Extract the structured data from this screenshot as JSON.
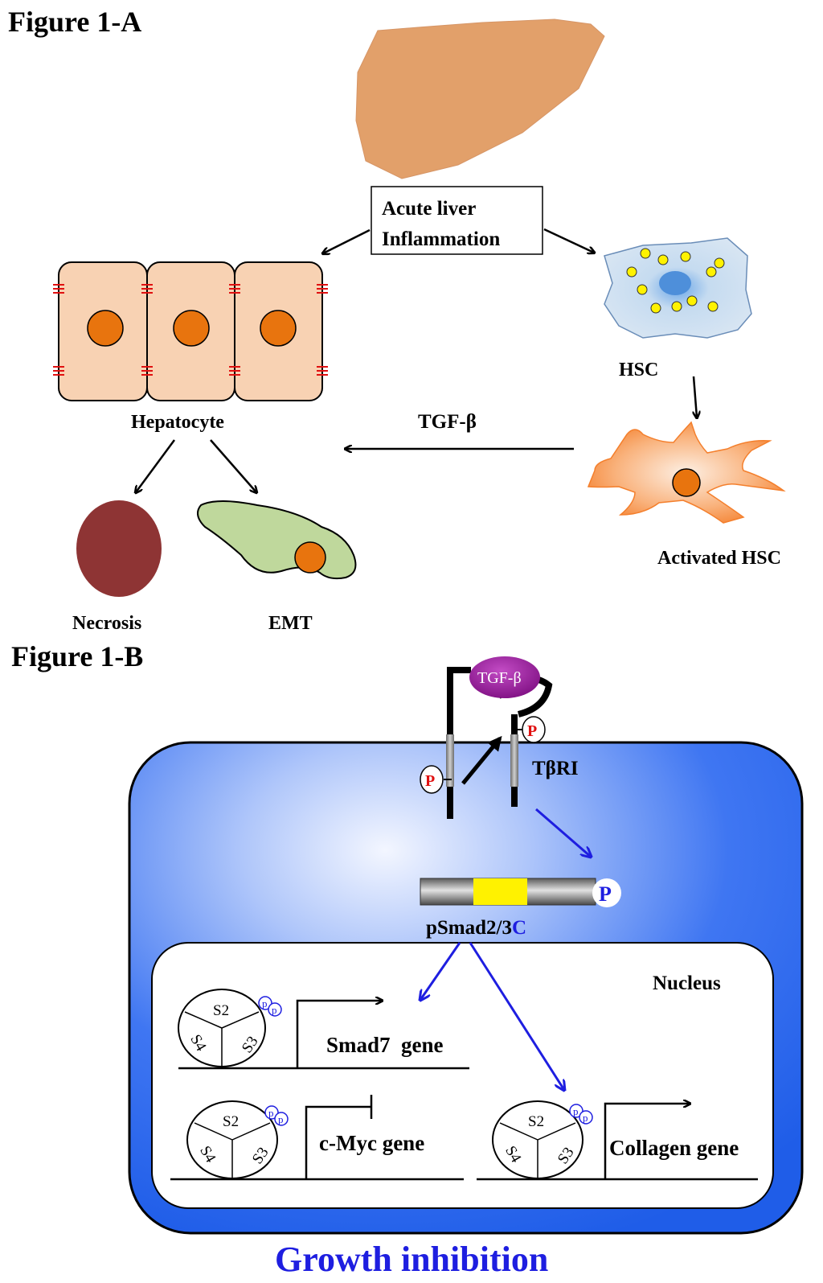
{
  "figure_a": {
    "title": "Figure 1-A",
    "box_line1": "Acute liver",
    "box_line2": "Inflammation",
    "hepatocyte": "Hepatocyte",
    "hsc": "HSC",
    "tgf_arrow": "TGF-β",
    "activated_hsc": "Activated HSC",
    "necrosis": "Necrosis",
    "emt": "EMT"
  },
  "figure_b": {
    "title": "Figure 1-B",
    "ligand": "TGF-β",
    "receptor": "TβRI",
    "p": "P",
    "smad_prefix": "pSmad2/3",
    "smad_suffix": "C",
    "nucleus": "Nucleus",
    "s2": "S2",
    "s3": "S3",
    "s4": "S4",
    "small_p": "p",
    "smad7_gene": "Smad7  gene",
    "cmyc_gene": "c-Myc gene",
    "collagen_gene": "Collagen gene",
    "caption": "Growth inhibition"
  },
  "colors": {
    "liver": "#E2A06A",
    "hepatocyte_fill": "#F8D2B3",
    "nucleus_orange": "#E8740E",
    "hsc_fill": "#C9DDEF",
    "activated_hsc": "#F47F2C",
    "necrosis": "#8E3434",
    "emt_fill": "#BFD89C",
    "cell_blue": "#2E6BF0",
    "tgf_purple": "#9A1C9C",
    "smad_yellow": "#FFF200",
    "accent_blue": "#1E1EE0",
    "junction_red": "#E01010"
  }
}
